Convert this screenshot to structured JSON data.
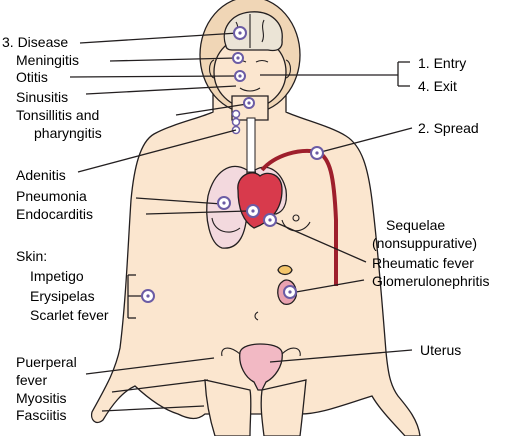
{
  "labels": {
    "disease": "3. Disease",
    "meningitis": "Meningitis",
    "otitis": "Otitis",
    "sinusitis": "Sinusitis",
    "tonsillitis_1": "Tonsillitis and",
    "tonsillitis_2": "pharyngitis",
    "adenitis": "Adenitis",
    "pneumonia": "Pneumonia",
    "endocarditis": "Endocarditis",
    "skin": "Skin:",
    "impetigo": "Impetigo",
    "erysipelas": "Erysipelas",
    "scarlet": "Scarlet fever",
    "puerperal_1": "Puerperal",
    "puerperal_2": "fever",
    "myositis": "Myositis",
    "fasciitis": "Fasciitis",
    "entry": "1. Entry",
    "exit": "4. Exit",
    "spread": "2. Spread",
    "sequelae_1": "Sequelae",
    "sequelae_2": "(nonsuppurative)",
    "rheumatic": "Rheumatic fever",
    "glomerulo": "Glomerulonephritis",
    "uterus": "Uterus"
  },
  "colors": {
    "skin": "#fbe6cf",
    "hair": "#f0d6b6",
    "brain": "#ebe4d6",
    "lung": "#f3d9de",
    "heart": "#d83a4c",
    "vessel": "#9e1f2c",
    "kidney": "#e9a2b0",
    "uterus": "#f2b9c4",
    "marker_fill": "#ffffff",
    "marker_stroke": "#6b5ca5",
    "outline": "#231f20"
  }
}
